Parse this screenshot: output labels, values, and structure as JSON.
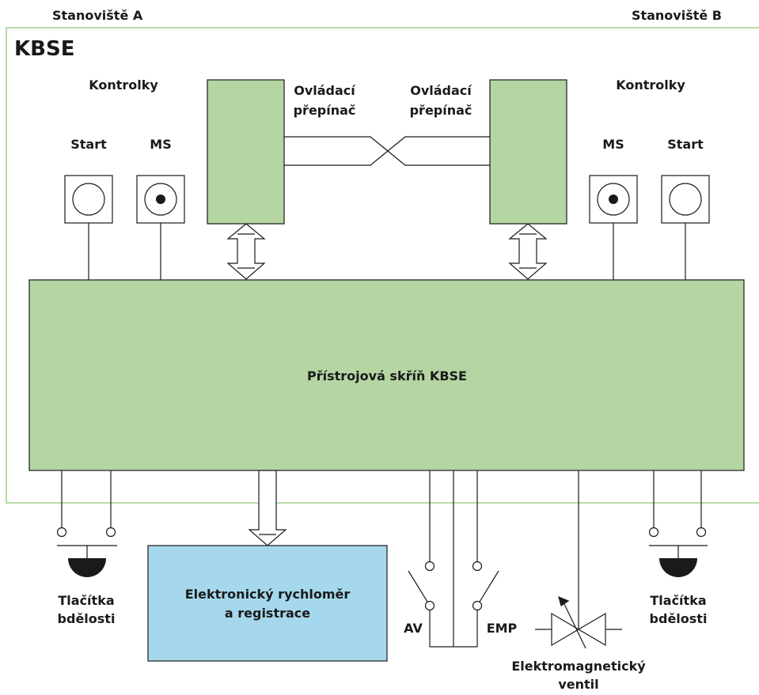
{
  "stations": {
    "a": "Stanoviště A",
    "b": "Stanoviště B"
  },
  "system_label": "KBSE",
  "left": {
    "indicators_title": "Kontrolky",
    "start_label": "Start",
    "ms_label": "MS",
    "switch_label_1": "Ovládací",
    "switch_label_2": "přepínač",
    "buttons_label_1": "Tlačítka",
    "buttons_label_2": "bdělosti"
  },
  "right": {
    "indicators_title": "Kontrolky",
    "start_label": "Start",
    "ms_label": "MS",
    "switch_label_1": "Ovládací",
    "switch_label_2": "přepínač",
    "buttons_label_1": "Tlačítka",
    "buttons_label_2": "bdělosti"
  },
  "cabinet_label": "Přístrojová skříň KBSE",
  "speedometer": {
    "line1": "Elektronický rychloměr",
    "line2": "a registrace"
  },
  "switches": {
    "av": "AV",
    "emp": "EMP"
  },
  "valve": {
    "line1": "Elektromagnetický",
    "line2": "ventil"
  },
  "colors": {
    "green_fill": "#b5d5a3",
    "blue_fill": "#a5d8ec",
    "frame_green": "#9fcf8c",
    "stroke": "#1a1a1a"
  }
}
